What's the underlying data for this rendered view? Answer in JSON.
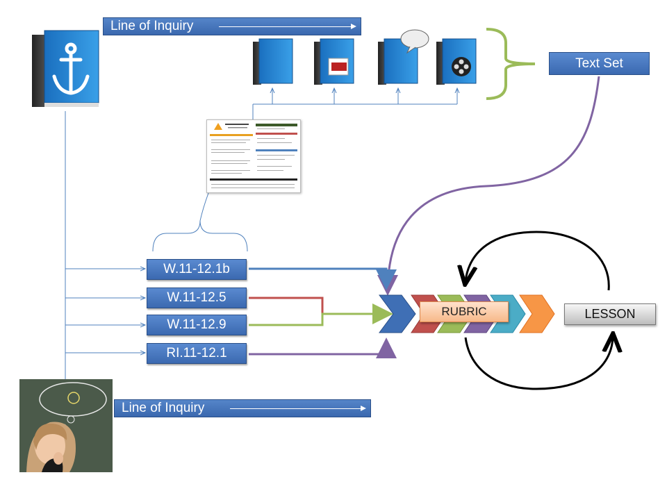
{
  "top_bar": {
    "label": "Line of Inquiry"
  },
  "bottom_bar": {
    "label": "Line of Inquiry"
  },
  "text_set": {
    "label": "Text Set"
  },
  "standards": [
    "W.11-12.1b",
    "W.11-12.5",
    "W.11-12.9",
    "RI.11-12.1"
  ],
  "rubric": {
    "label": "RUBRIC"
  },
  "lesson": {
    "label": "LESSON"
  },
  "icons": {
    "top_left": "anchor-book-icon",
    "text_set_books": [
      "plain-book-icon",
      "jpeg-book-icon",
      "speech-bubble-book-icon",
      "film-reel-book-icon"
    ],
    "document": "worksheet-document-icon",
    "person": "thinking-student-image"
  },
  "colors": {
    "blue_box": "#3f6fb5",
    "connector_blue": "#4f81bd",
    "connector_red": "#c0504d",
    "connector_green": "#9bbb59",
    "connector_purple": "#8064a2",
    "brace_green": "#9bbb59",
    "chevrons": [
      "#3f6fb5",
      "#c0504d",
      "#9bbb59",
      "#8064a2",
      "#4bacc6",
      "#f79646"
    ],
    "cycle_arrows": "#000000"
  }
}
